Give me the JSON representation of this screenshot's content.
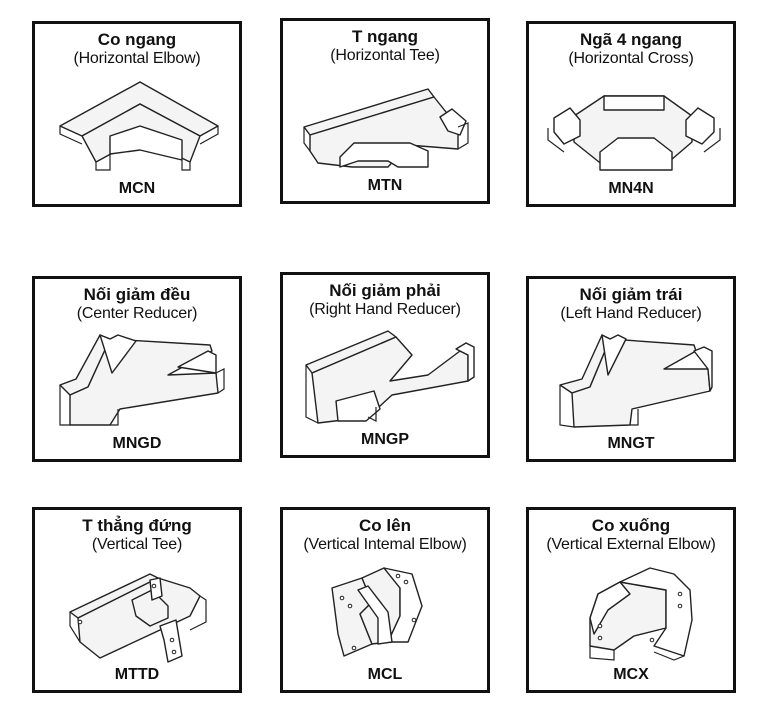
{
  "items": [
    {
      "title": "Co ngang",
      "subtitle": "(Horizontal Elbow)",
      "code": "MCN",
      "icon": "horizontal-elbow-icon"
    },
    {
      "title": "T ngang",
      "subtitle": "(Horizontal Tee)",
      "code": "MTN",
      "icon": "horizontal-tee-icon"
    },
    {
      "title": "Ngã 4 ngang",
      "subtitle": "(Horizontal Cross)",
      "code": "MN4N",
      "icon": "horizontal-cross-icon"
    },
    {
      "title": "Nối giảm đều",
      "subtitle": "(Center Reducer)",
      "code": "MNGD",
      "icon": "center-reducer-icon"
    },
    {
      "title": "Nối giảm phải",
      "subtitle": "(Right Hand Reducer)",
      "code": "MNGP",
      "icon": "right-hand-reducer-icon"
    },
    {
      "title": "Nối giảm trái",
      "subtitle": "(Left Hand Reducer)",
      "code": "MNGT",
      "icon": "left-hand-reducer-icon"
    },
    {
      "title": "T thẳng đứng",
      "subtitle": "(Vertical Tee)",
      "code": "MTTD",
      "icon": "vertical-tee-icon"
    },
    {
      "title": "Co lên",
      "subtitle": "(Vertical Intemal Elbow)",
      "code": "MCL",
      "icon": "vertical-internal-elbow-icon"
    },
    {
      "title": "Co xuống",
      "subtitle": "(Vertical External Elbow)",
      "code": "MCX",
      "icon": "vertical-external-elbow-icon"
    }
  ]
}
